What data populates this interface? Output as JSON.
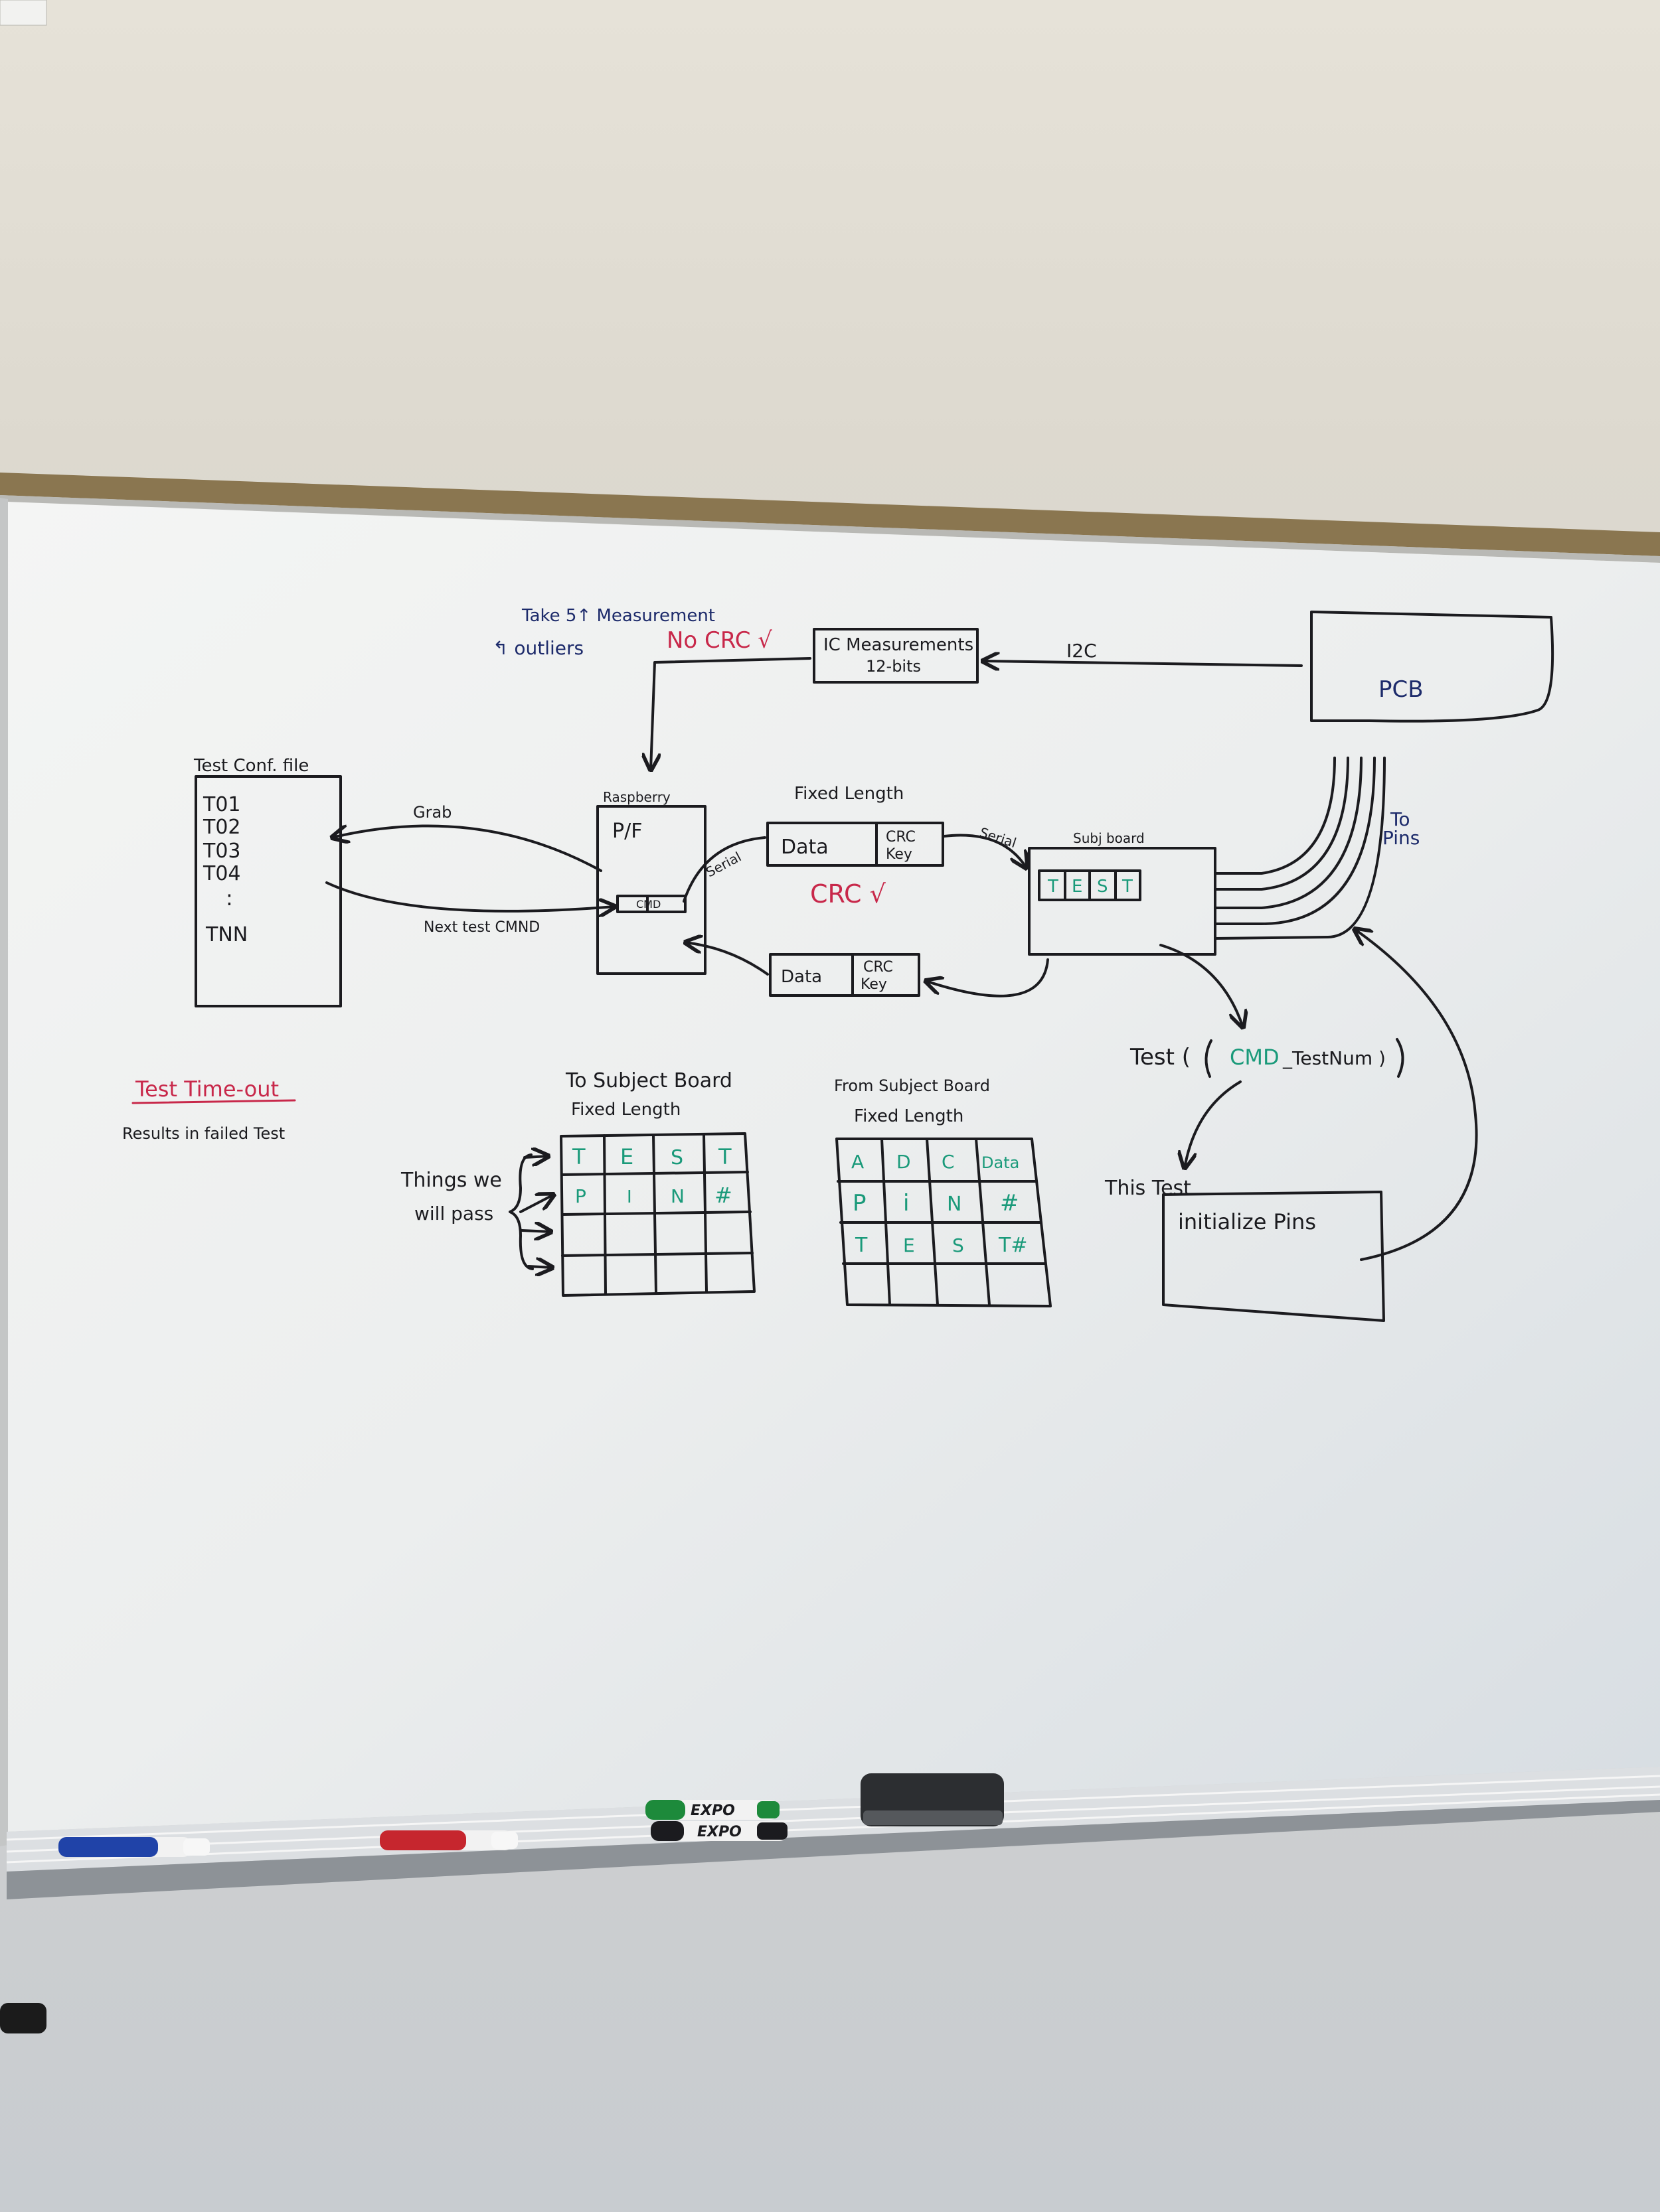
{
  "whiteboard": {
    "top_notes": {
      "take_measurement": "Take 5↑ Measurement",
      "outliers": "↰ outliers",
      "no_crc": "No CRC √"
    },
    "ic_box": {
      "line1": "IC Measurements",
      "line2": "12-bits"
    },
    "i2c_label": "I2C",
    "pcb_label": "PCB",
    "to_pins": {
      "line1": "To",
      "line2": "Pins"
    },
    "test_conf_file": {
      "title": "Test Conf. file",
      "items": [
        "T01",
        "T02",
        "T03",
        "T04",
        ":",
        "TNN"
      ]
    },
    "grab_label": "Grab",
    "next_test_label": "Next test CMND",
    "raspberry": {
      "title": "Raspberry",
      "pf": "P/F",
      "cmd": "CMD"
    },
    "serial_left": "Serial",
    "fixed_length_title": "Fixed Length",
    "data_crc_top": {
      "data": "Data",
      "crc1": "CRC",
      "crc2": "Key"
    },
    "serial_right": "Serial",
    "crc_check": "CRC √",
    "data_crc_bottom": {
      "data": "Data",
      "crc1": "CRC",
      "crc2": "Key"
    },
    "subj_board": {
      "title": "Subj board",
      "cells": [
        "T",
        "E",
        "S",
        "T"
      ]
    },
    "test_cmd": {
      "prefix": "Test (",
      "cmd": "CMD",
      "suffix": "_TestNum )"
    },
    "this_test": {
      "title": "This Test",
      "body": "initialize Pins"
    },
    "timeout": {
      "title": "Test Time-out",
      "desc": "Results in failed Test"
    },
    "to_subject": {
      "title1": "To  Subject Board",
      "title2": "Fixed  Length",
      "rows": [
        [
          "T",
          "E",
          "S",
          "T"
        ],
        [
          "P",
          "I",
          "N",
          "#"
        ]
      ]
    },
    "things_we_pass": {
      "line1": "Things we",
      "line2": "will pass"
    },
    "from_subject": {
      "title1": "From Subject Board",
      "title2": "Fixed  Length",
      "rows": [
        [
          "A",
          "D",
          "C",
          "Data"
        ],
        [
          "P",
          "i",
          "N",
          "#"
        ],
        [
          "T",
          "E",
          "S",
          "T#"
        ]
      ]
    },
    "markers": {
      "expo1": "EXPO",
      "expo2": "EXPO"
    }
  },
  "colors": {
    "black_ink": "#1b1b1f",
    "blue_ink": "#1d2b6b",
    "red_ink": "#c8284a",
    "green_ink": "#1a9a7a"
  }
}
